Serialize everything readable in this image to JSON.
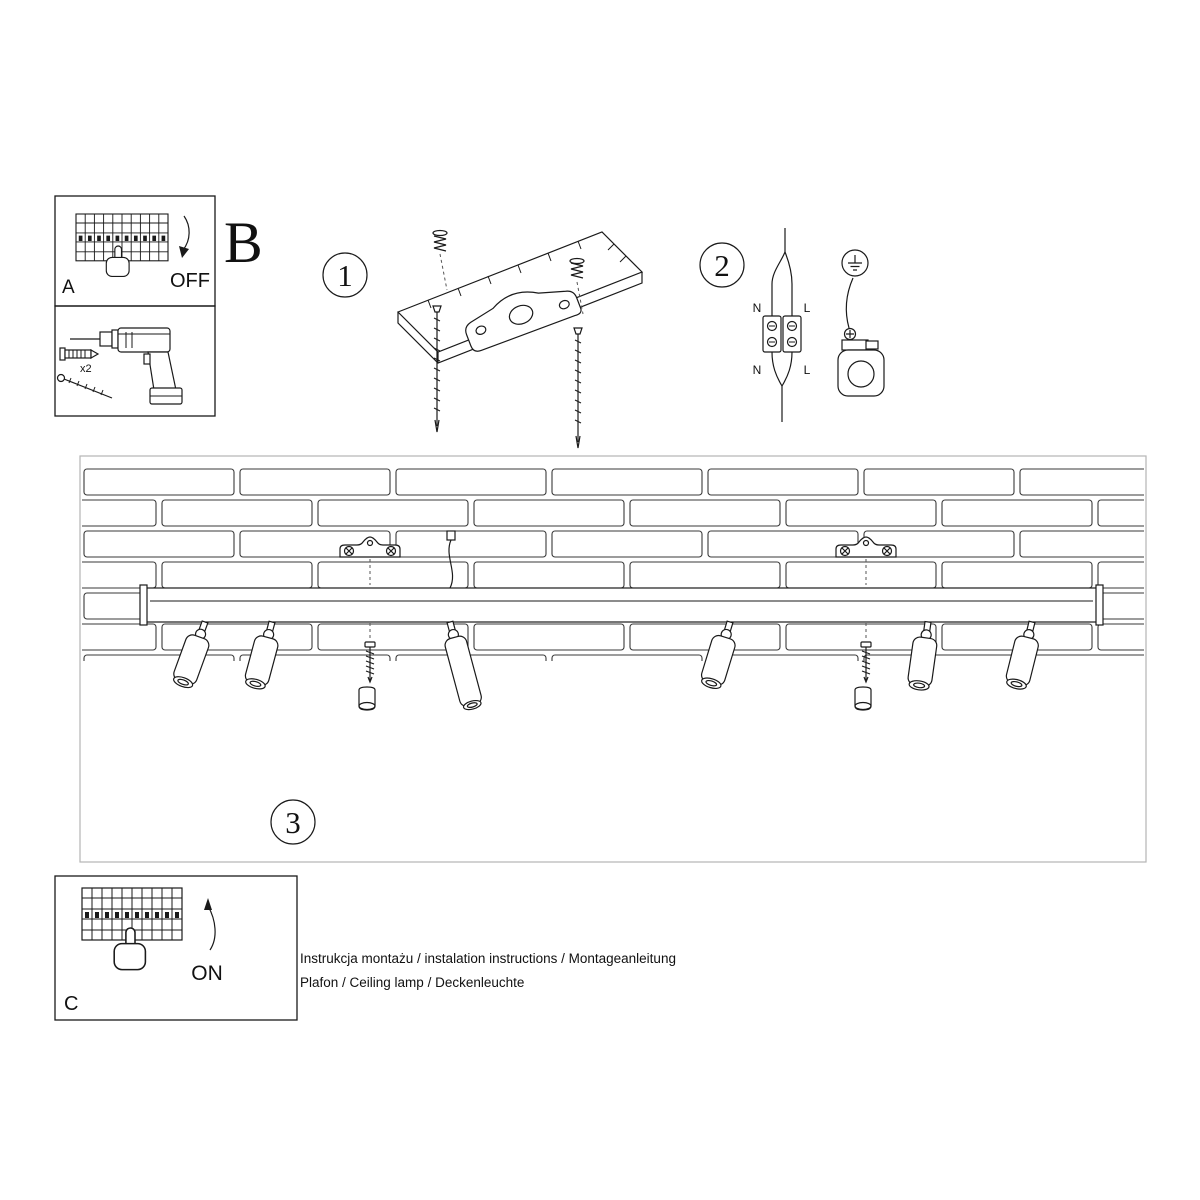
{
  "panels": {
    "a_label": "A",
    "b_label": "B",
    "c_label": "C",
    "off_label": "OFF",
    "on_label": "ON",
    "anchor_qty": "x2"
  },
  "steps": {
    "s1": "1",
    "s2": "2",
    "s3": "3"
  },
  "wiring": {
    "top_n": "N",
    "top_l": "L",
    "bottom_n": "N",
    "bottom_l": "L"
  },
  "footer": {
    "line1": "Instrukcja montażu / instalation instructions / Montageanleitung",
    "line2": "Plafon / Ceiling lamp / Deckenleuchte"
  }
}
